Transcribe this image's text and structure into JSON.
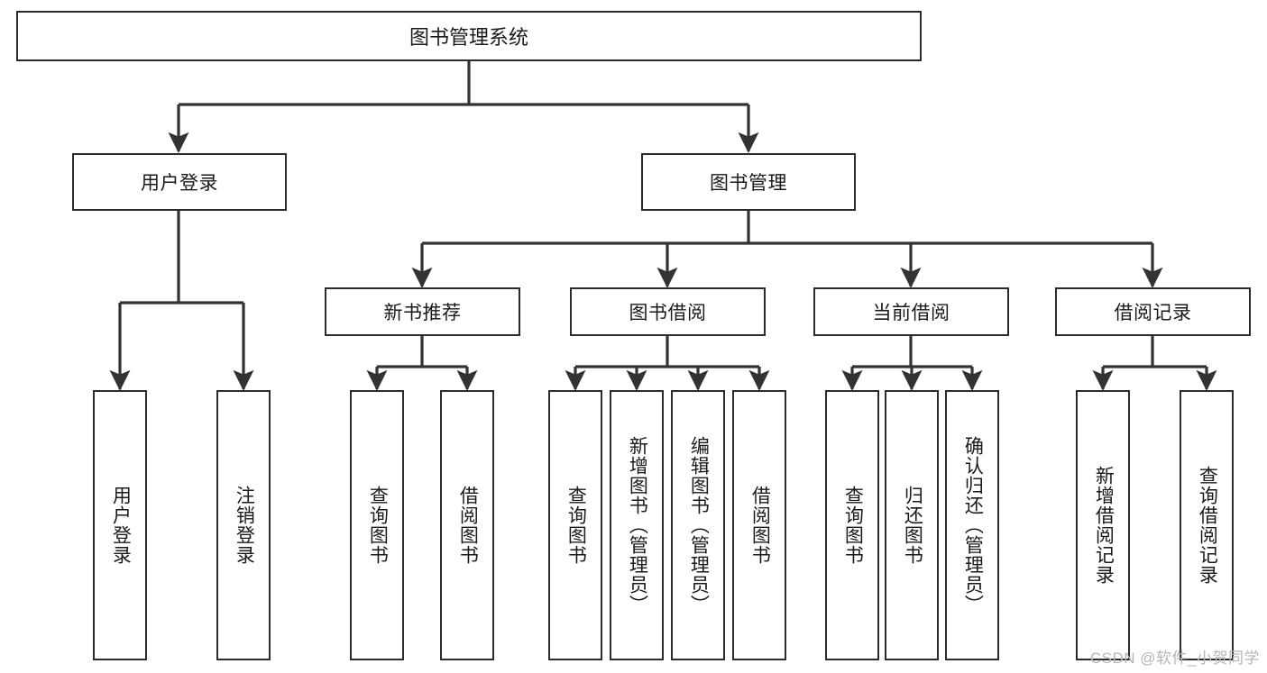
{
  "diagram": {
    "title": "图书管理系统",
    "type": "tree-structure-chart",
    "watermark": "CSDN @软件_小贺同学",
    "colors": {
      "box_border": "#2b2b2b",
      "box_fill": "#ffffff",
      "edge": "#333333",
      "text": "#1a1a1a",
      "watermark": "#b5b5b5",
      "background": "#ffffff"
    },
    "nodes": {
      "root": {
        "label": "图书管理系统"
      },
      "level2": [
        {
          "id": "user-login",
          "label": "用户登录"
        },
        {
          "id": "book-management",
          "label": "图书管理"
        }
      ],
      "level3": [
        {
          "id": "new-book-recommend",
          "label": "新书推荐"
        },
        {
          "id": "book-borrow",
          "label": "图书借阅"
        },
        {
          "id": "current-borrow",
          "label": "当前借阅"
        },
        {
          "id": "borrow-record",
          "label": "借阅记录"
        }
      ],
      "leaves": {
        "user_login": [
          {
            "id": "leaf-user-login",
            "label": "用户登录"
          },
          {
            "id": "leaf-logout-login",
            "label": "注销登录"
          }
        ],
        "new_book_recommend": [
          {
            "id": "leaf-query-book-1",
            "label": "查询图书"
          },
          {
            "id": "leaf-borrow-book-1",
            "label": "借阅图书"
          }
        ],
        "book_borrow": [
          {
            "id": "leaf-query-book-2",
            "label": "查询图书"
          },
          {
            "id": "leaf-add-book-admin",
            "label": "新增图书（管理员）"
          },
          {
            "id": "leaf-edit-book-admin",
            "label": "编辑图书（管理员）"
          },
          {
            "id": "leaf-borrow-book-2",
            "label": "借阅图书"
          }
        ],
        "current_borrow": [
          {
            "id": "leaf-query-book-3",
            "label": "查询图书"
          },
          {
            "id": "leaf-return-book",
            "label": "归还图书"
          },
          {
            "id": "leaf-confirm-return-admin",
            "label": "确认归还（管理员）"
          }
        ],
        "borrow_record": [
          {
            "id": "leaf-add-borrow-record",
            "label": "新增借阅记录"
          },
          {
            "id": "leaf-query-borrow-record",
            "label": "查询借阅记录"
          }
        ]
      }
    }
  }
}
